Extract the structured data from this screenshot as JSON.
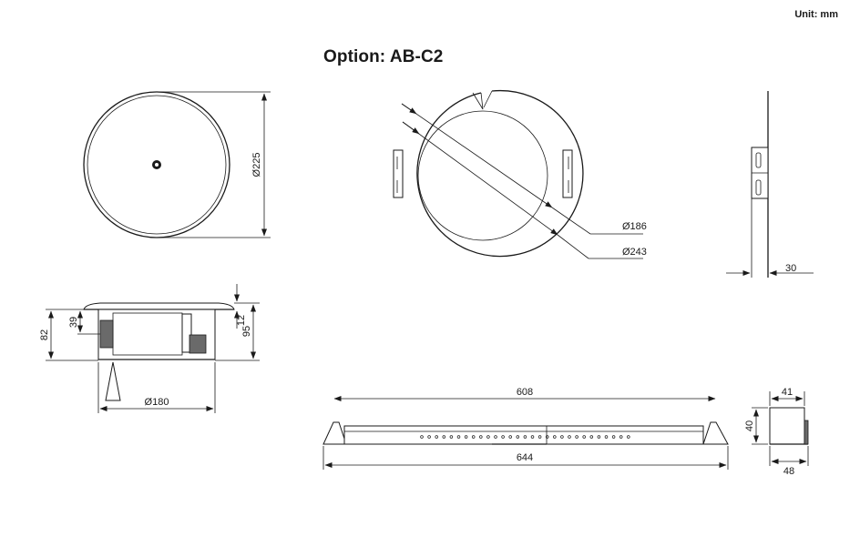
{
  "header": {
    "unit_label": "Unit: mm",
    "title": "Option: AB-C2"
  },
  "dimensions": {
    "speaker_front_diameter": "Ø225",
    "bracket_inner_diameter": "Ø186",
    "bracket_outer_diameter": "Ø243",
    "bracket_side_depth": "30",
    "side_height_overall": "82",
    "side_height_body": "39",
    "side_flange": "12",
    "side_height_right": "95",
    "side_bottom_diameter": "Ø180",
    "rail_inner_length": "608",
    "rail_outer_length": "644",
    "rail_end_width": "41",
    "rail_end_height": "40",
    "rail_end_base": "48"
  }
}
